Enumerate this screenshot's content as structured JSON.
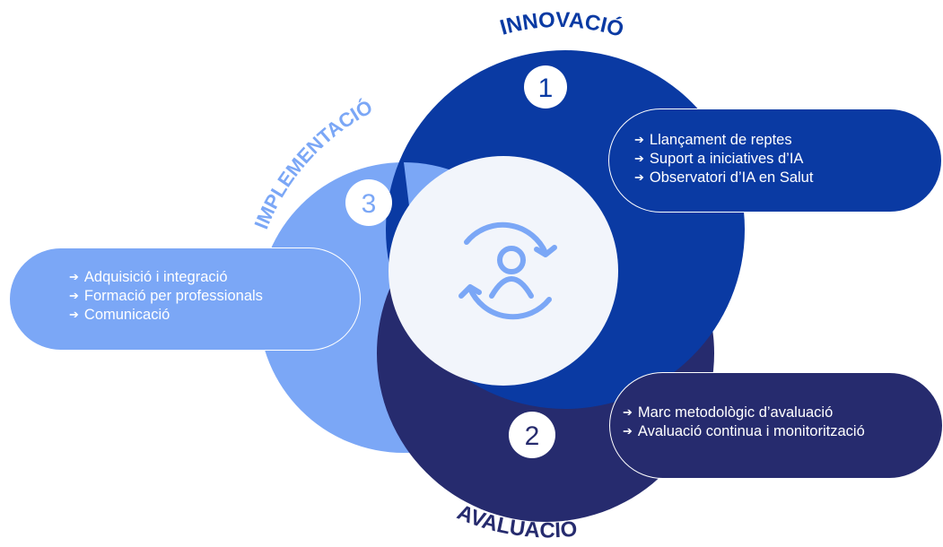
{
  "labels": {
    "innovacio": "INNOVACIÓ",
    "avaluacio": "AVALUACIÓ",
    "implementacio": "IMPLEMENTACIÓ"
  },
  "numbers": {
    "innovacio": "1",
    "avaluacio": "2",
    "implementacio": "3"
  },
  "innovacio_items": [
    "Llançament de reptes",
    "Suport a iniciatives d’IA",
    "Observatori d’IA en Salut"
  ],
  "avaluacio_items": [
    "Marc metodològic d’avaluació",
    "Avaluació continua i monitorització"
  ],
  "implementacio_items": [
    "Adquisició i integració",
    "Formació per professionals",
    "Comunicació"
  ],
  "colors": {
    "innovacio": "#0a3aa3",
    "avaluacio": "#262b6e",
    "implementacio": "#7ba7f6",
    "center": "#f2f5fb",
    "icon": "#7ba7f6"
  },
  "icons": {
    "center": "person-cycle-icon",
    "bullet": "arrow-right-icon"
  }
}
